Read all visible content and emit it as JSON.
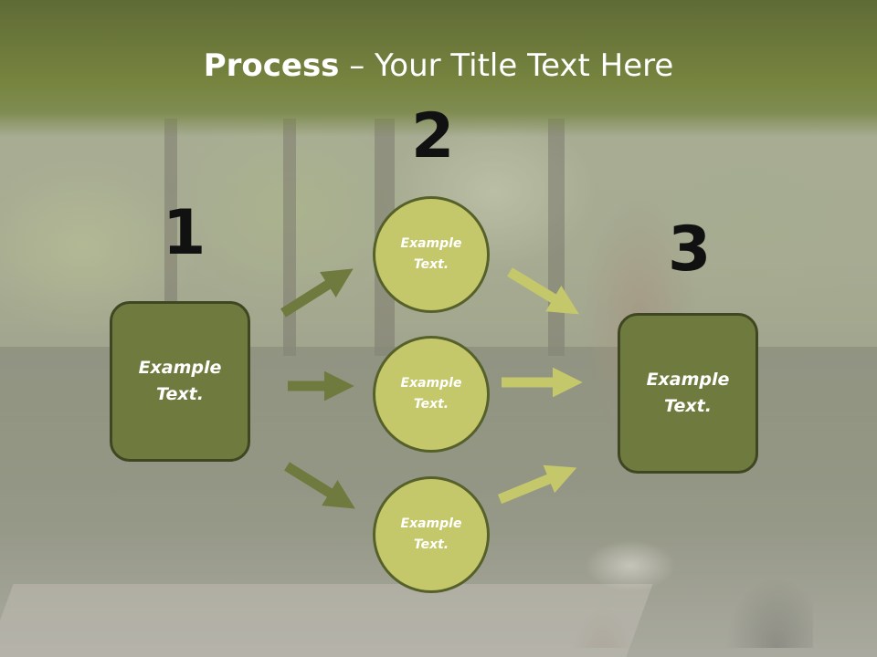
{
  "slide": {
    "title_bold": "Process",
    "title_rest": " – Your Title Text Here"
  },
  "steps": {
    "n1": "1",
    "n2": "2",
    "n3": "3"
  },
  "left_box": {
    "line1": "Example",
    "line2": "Text."
  },
  "right_box": {
    "line1": "Example",
    "line2": "Text."
  },
  "circles": [
    {
      "line1": "Example",
      "line2": "Text."
    },
    {
      "line1": "Example",
      "line2": "Text."
    },
    {
      "line1": "Example",
      "line2": "Text."
    }
  ],
  "colors": {
    "header": "#6f7a3e",
    "box_fill": "#6f7a3e",
    "circle_fill": "#c5c86a",
    "arrow_dark": "#6f7a3e",
    "arrow_light": "#c5c86a"
  }
}
